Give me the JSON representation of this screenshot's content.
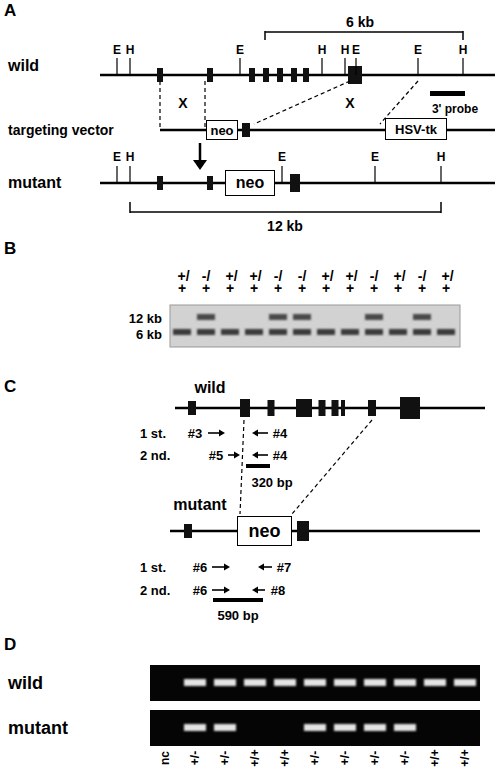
{
  "diagram": {
    "nodes": [
      {
        "text": [
          "neo"
        ]
      },
      {
        "text": [
          "HSV-tk"
        ]
      },
      {
        "text": [
          "neo"
        ]
      },
      {
        "text": [
          "neo"
        ]
      }
    ],
    "labels": [
      "A",
      "6 kb",
      "wild",
      "E",
      "H",
      "E",
      "H",
      "H",
      "E",
      "E",
      "H",
      "X",
      "X",
      "targeting vector",
      "3' probe",
      "mutant",
      "E",
      "H",
      "E",
      "E",
      "H",
      "12 kb",
      "B",
      "+/+",
      "-/+",
      "+/+",
      "+/+",
      "-/+",
      "-/+",
      "+/+",
      "+/+",
      "-/+",
      "+/+",
      "-/+",
      "+/+",
      "12 kb",
      "6 kb",
      "C",
      "wild",
      "1 st.",
      "#3",
      "#4",
      "2 nd.",
      "#5",
      "#4",
      "320 bp",
      "mutant",
      "1 st.",
      "#6",
      "#7",
      "2 nd.",
      "#6",
      "#8",
      "590 bp",
      "D",
      "wild",
      "mutant",
      "nc",
      "+/-",
      "+/-",
      "+/+",
      "+/+",
      "+/-",
      "+/-",
      "+/-",
      "+/-",
      "+/+",
      "+/+"
    ]
  }
}
